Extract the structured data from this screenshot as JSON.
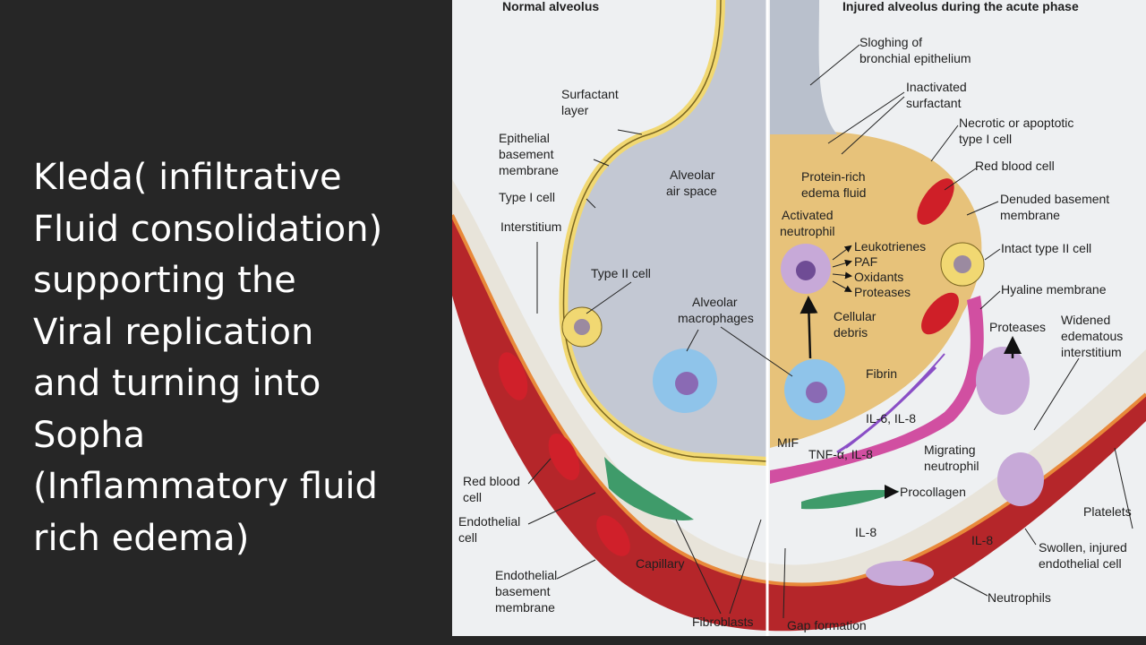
{
  "slide": {
    "text_lines": [
      "Kleda( infiltrative",
      "Fluid consolidation)",
      "supporting the",
      "Viral replication",
      "and turning into",
      "Sopha",
      "(Inflammatory fluid",
      "rich edema)"
    ]
  },
  "figure": {
    "left_title": "Normal alveolus",
    "right_title": "Injured alveolus during the acute phase",
    "left_labels": {
      "surfactant_1": "Surfactant",
      "surfactant_2": "layer",
      "epithelial_1": "Epithelial",
      "epithelial_2": "basement",
      "epithelial_3": "membrane",
      "type1": "Type I cell",
      "interstitium": "Interstitium",
      "type2": "Type II cell",
      "air_1": "Alveolar",
      "air_2": "air space",
      "macro_1": "Alveolar",
      "macro_2": "macrophages",
      "rbc_1": "Red blood",
      "rbc_2": "cell",
      "endo_1": "Endothelial",
      "endo_2": "cell",
      "ebm_1": "Endothelial",
      "ebm_2": "basement",
      "ebm_3": "membrane",
      "capillary": "Capillary",
      "fibroblasts": "Fibroblasts"
    },
    "right_labels": {
      "slough_1": "Sloghing of",
      "slough_2": "bronchial epithelium",
      "inact_1": "Inactivated",
      "inact_2": "surfactant",
      "necrotic_1": "Necrotic or apoptotic",
      "necrotic_2": "type I cell",
      "protein_1": "Protein-rich",
      "protein_2": "edema fluid",
      "rbc": "Red blood cell",
      "denuded_1": "Denuded basement",
      "denuded_2": "membrane",
      "activated_1": "Activated",
      "activated_2": "neutrophil",
      "leuko": "Leukotrienes",
      "paf": "PAF",
      "oxidants": "Oxidants",
      "proteases_a": "Proteases",
      "intact": "Intact type II cell",
      "hyaline": "Hyaline membrane",
      "cellular_1": "Cellular",
      "cellular_2": "debris",
      "proteases_b": "Proteases",
      "widened_1": "Widened",
      "widened_2": "edematous",
      "widened_3": "interstitium",
      "fibrin": "Fibrin",
      "il68": "IL-6, IL-8",
      "mif": "MIF",
      "tnf": "TNF-α, IL-8",
      "migrating_1": "Migrating",
      "migrating_2": "neutrophil",
      "procollagen": "Procollagen",
      "il8_a": "IL-8",
      "il8_b": "IL-8",
      "platelets": "Platelets",
      "swollen_1": "Swollen, injured",
      "swollen_2": "endothelial cell",
      "neutrophils": "Neutrophils",
      "gap": "Gap formation"
    }
  }
}
